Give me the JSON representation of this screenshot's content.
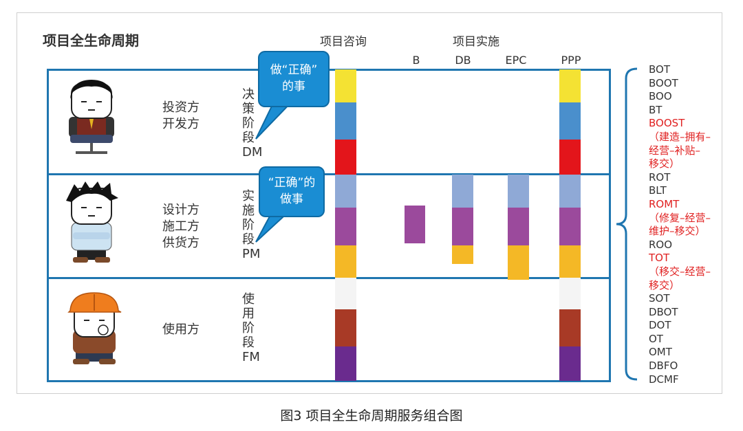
{
  "title": "项目全生命周期",
  "headers": {
    "consulting": "项目咨询",
    "implementation": "项目实施",
    "sub": [
      "B",
      "DB",
      "EPC",
      "PPP"
    ]
  },
  "rows": [
    {
      "roles": [
        "投资方",
        "开发方"
      ],
      "stage_chars": [
        "决",
        "策",
        "阶",
        "段"
      ],
      "stage_code": "DM"
    },
    {
      "roles": [
        "设计方",
        "施工方",
        "供货方"
      ],
      "stage_chars": [
        "实",
        "施",
        "阶",
        "段"
      ],
      "stage_code": "PM"
    },
    {
      "roles": [
        "使用方"
      ],
      "stage_chars": [
        "使",
        "用",
        "阶",
        "段"
      ],
      "stage_code": "FM"
    }
  ],
  "bubbles": [
    {
      "lines": [
        "做“正确”",
        "的事"
      ]
    },
    {
      "lines": [
        "“正确”的",
        "做事"
      ]
    }
  ],
  "colors": {
    "frame_blue": "#1f76b0",
    "yellow": "#f4e233",
    "blue": "#4a8fcc",
    "red": "#e3151b",
    "light_blue": "#8fa9d6",
    "purple": "#9b4a9c",
    "orange": "#f4b826",
    "white": "#f4f4f4",
    "brown": "#a83a26",
    "dark_purple": "#6a2b8e",
    "bubble": "#1a8dd3",
    "model_red": "#e02020"
  },
  "models": [
    {
      "text": "BOT",
      "red": false
    },
    {
      "text": "BOOT",
      "red": false
    },
    {
      "text": "BOO",
      "red": false
    },
    {
      "text": "BT",
      "red": false
    },
    {
      "text": "BOOST",
      "red": true
    },
    {
      "text": "（建造–拥有–",
      "red": true
    },
    {
      "text": "经营–补贴–",
      "red": true
    },
    {
      "text": "移交）",
      "red": true
    },
    {
      "text": "ROT",
      "red": false
    },
    {
      "text": "BLT",
      "red": false
    },
    {
      "text": "ROMT",
      "red": true
    },
    {
      "text": "（修复–经营–",
      "red": true
    },
    {
      "text": "维护–移交）",
      "red": true
    },
    {
      "text": "ROO",
      "red": false
    },
    {
      "text": "TOT",
      "red": true
    },
    {
      "text": "（移交–经营–",
      "red": true
    },
    {
      "text": "移交）",
      "red": true
    },
    {
      "text": "SOT",
      "red": false
    },
    {
      "text": "DBOT",
      "red": false
    },
    {
      "text": "DOT",
      "red": false
    },
    {
      "text": "OT",
      "red": false
    },
    {
      "text": "OMT",
      "red": false
    },
    {
      "text": "DBFO",
      "red": false
    },
    {
      "text": "DCMF",
      "red": false
    }
  ],
  "caption": "图3 项目全生命周期服务组合图"
}
